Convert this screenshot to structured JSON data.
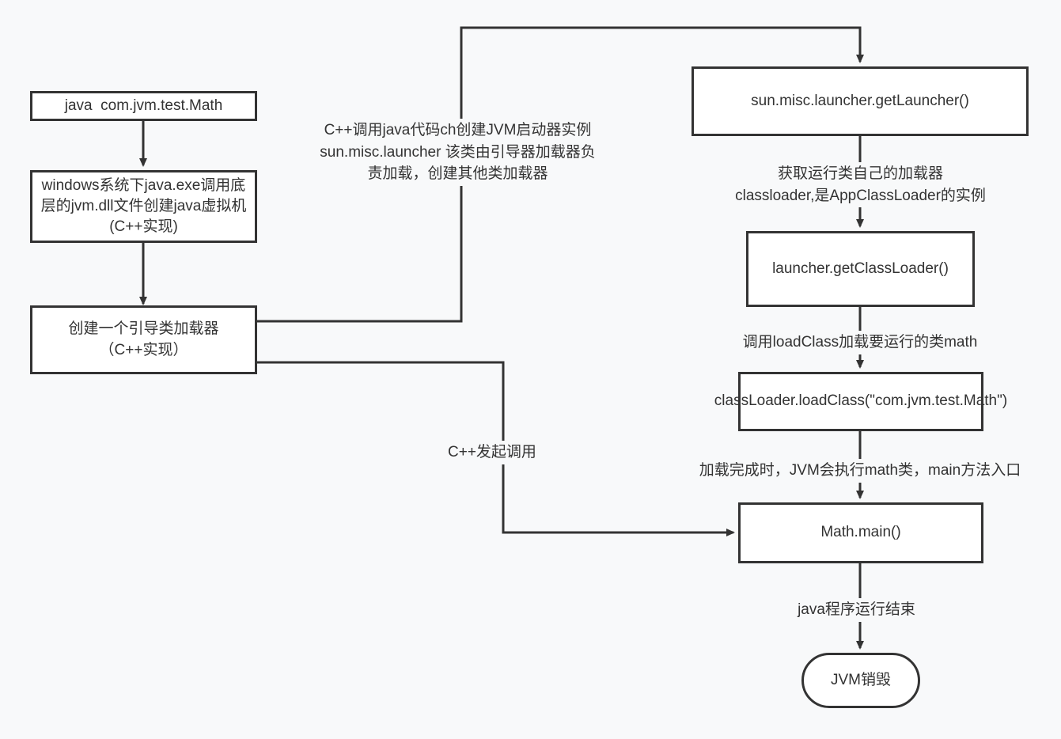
{
  "diagram": {
    "title": "JVM class loading and startup flow",
    "background_color": "#f8f9fa",
    "stroke_color": "#333333",
    "node_fill": "#ffffff",
    "nodes": [
      {
        "id": "cmd",
        "label": "java  com.jvm.test.Math",
        "shape": "rect"
      },
      {
        "id": "jvm_create",
        "label": "windows系统下java.exe调用底层的jvm.dll文件创建java虚拟机(C++实现)",
        "shape": "rect"
      },
      {
        "id": "bootstrap",
        "label": "创建一个引导类加载器\n（C++实现）",
        "shape": "rect"
      },
      {
        "id": "get_launcher",
        "label": "sun.misc.launcher.getLauncher()",
        "shape": "rect"
      },
      {
        "id": "get_cl",
        "label": "launcher.getClassLoader()",
        "shape": "rect"
      },
      {
        "id": "load_class",
        "label": "classLoader.loadClass(\"com.jvm.test.Math\")",
        "shape": "rect"
      },
      {
        "id": "math_main",
        "label": "Math.main()",
        "shape": "rect"
      },
      {
        "id": "jvm_destroy",
        "label": "JVM销毁",
        "shape": "stadium"
      }
    ],
    "edge_labels": [
      {
        "id": "e_create_launcher",
        "text": "C++调用java代码ch创建JVM启动器实例sun.misc.launcher 该类由引导器加载器负责加载，创建其他类加载器"
      },
      {
        "id": "e_get_loader",
        "text": "获取运行类自己的加载器\nclassloader,是AppClassLoader的实例"
      },
      {
        "id": "e_load_class",
        "text": "调用loadClass加载要运行的类math"
      },
      {
        "id": "e_exec_main",
        "text": "加载完成时，JVM会执行math类，main方法入口"
      },
      {
        "id": "e_cpp_invoke",
        "text": "C++发起调用"
      },
      {
        "id": "e_program_end",
        "text": "java程序运行结束"
      }
    ]
  }
}
